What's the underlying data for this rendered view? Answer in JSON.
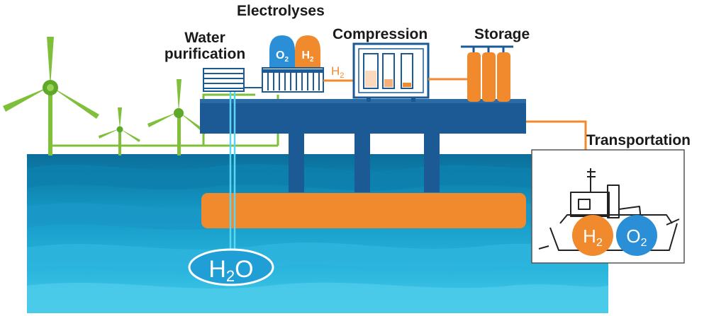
{
  "labels": {
    "electrolyses": "Electrolyses",
    "water_line1": "Water",
    "water_line2": "purification",
    "compression": "Compression",
    "storage": "Storage",
    "transportation": "Transportation"
  },
  "chem": {
    "h": "H",
    "o": "O",
    "sub2": "2"
  },
  "colors": {
    "sea_dark": "#0a7ea8",
    "sea_mid": "#1aa9d1",
    "sea_light": "#3fc7e6",
    "platform_blue": "#1b5a94",
    "orange": "#f08a2c",
    "turbine_green": "#7fbf3a",
    "oxygen_blue": "#2a8fd6"
  }
}
